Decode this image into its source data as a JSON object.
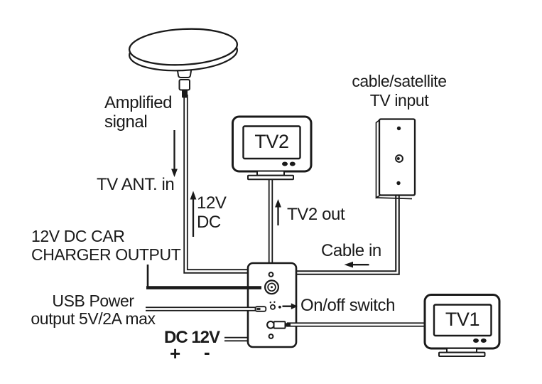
{
  "diagram": {
    "labels": {
      "amplified_signal": "Amplified\nsignal",
      "tv_ant_in": "TV ANT. in",
      "antenna_power": "12V\nDC",
      "tv2": "TV2",
      "tv2_out": "TV2 out",
      "cable_satellite_tv_input": "cable/satellite\nTV input",
      "cable_in": "Cable in",
      "car_charger_output": "12V DC CAR\nCHARGER OUTPUT",
      "usb_power_output": "USB Power\noutput 5V/2A max",
      "on_off_switch": "On/off switch",
      "dc_12v": "DC 12V",
      "plus": "+",
      "minus": "-",
      "tv1": "TV1"
    },
    "colors": {
      "line": "#1a1a1a",
      "background": "#ffffff"
    }
  }
}
